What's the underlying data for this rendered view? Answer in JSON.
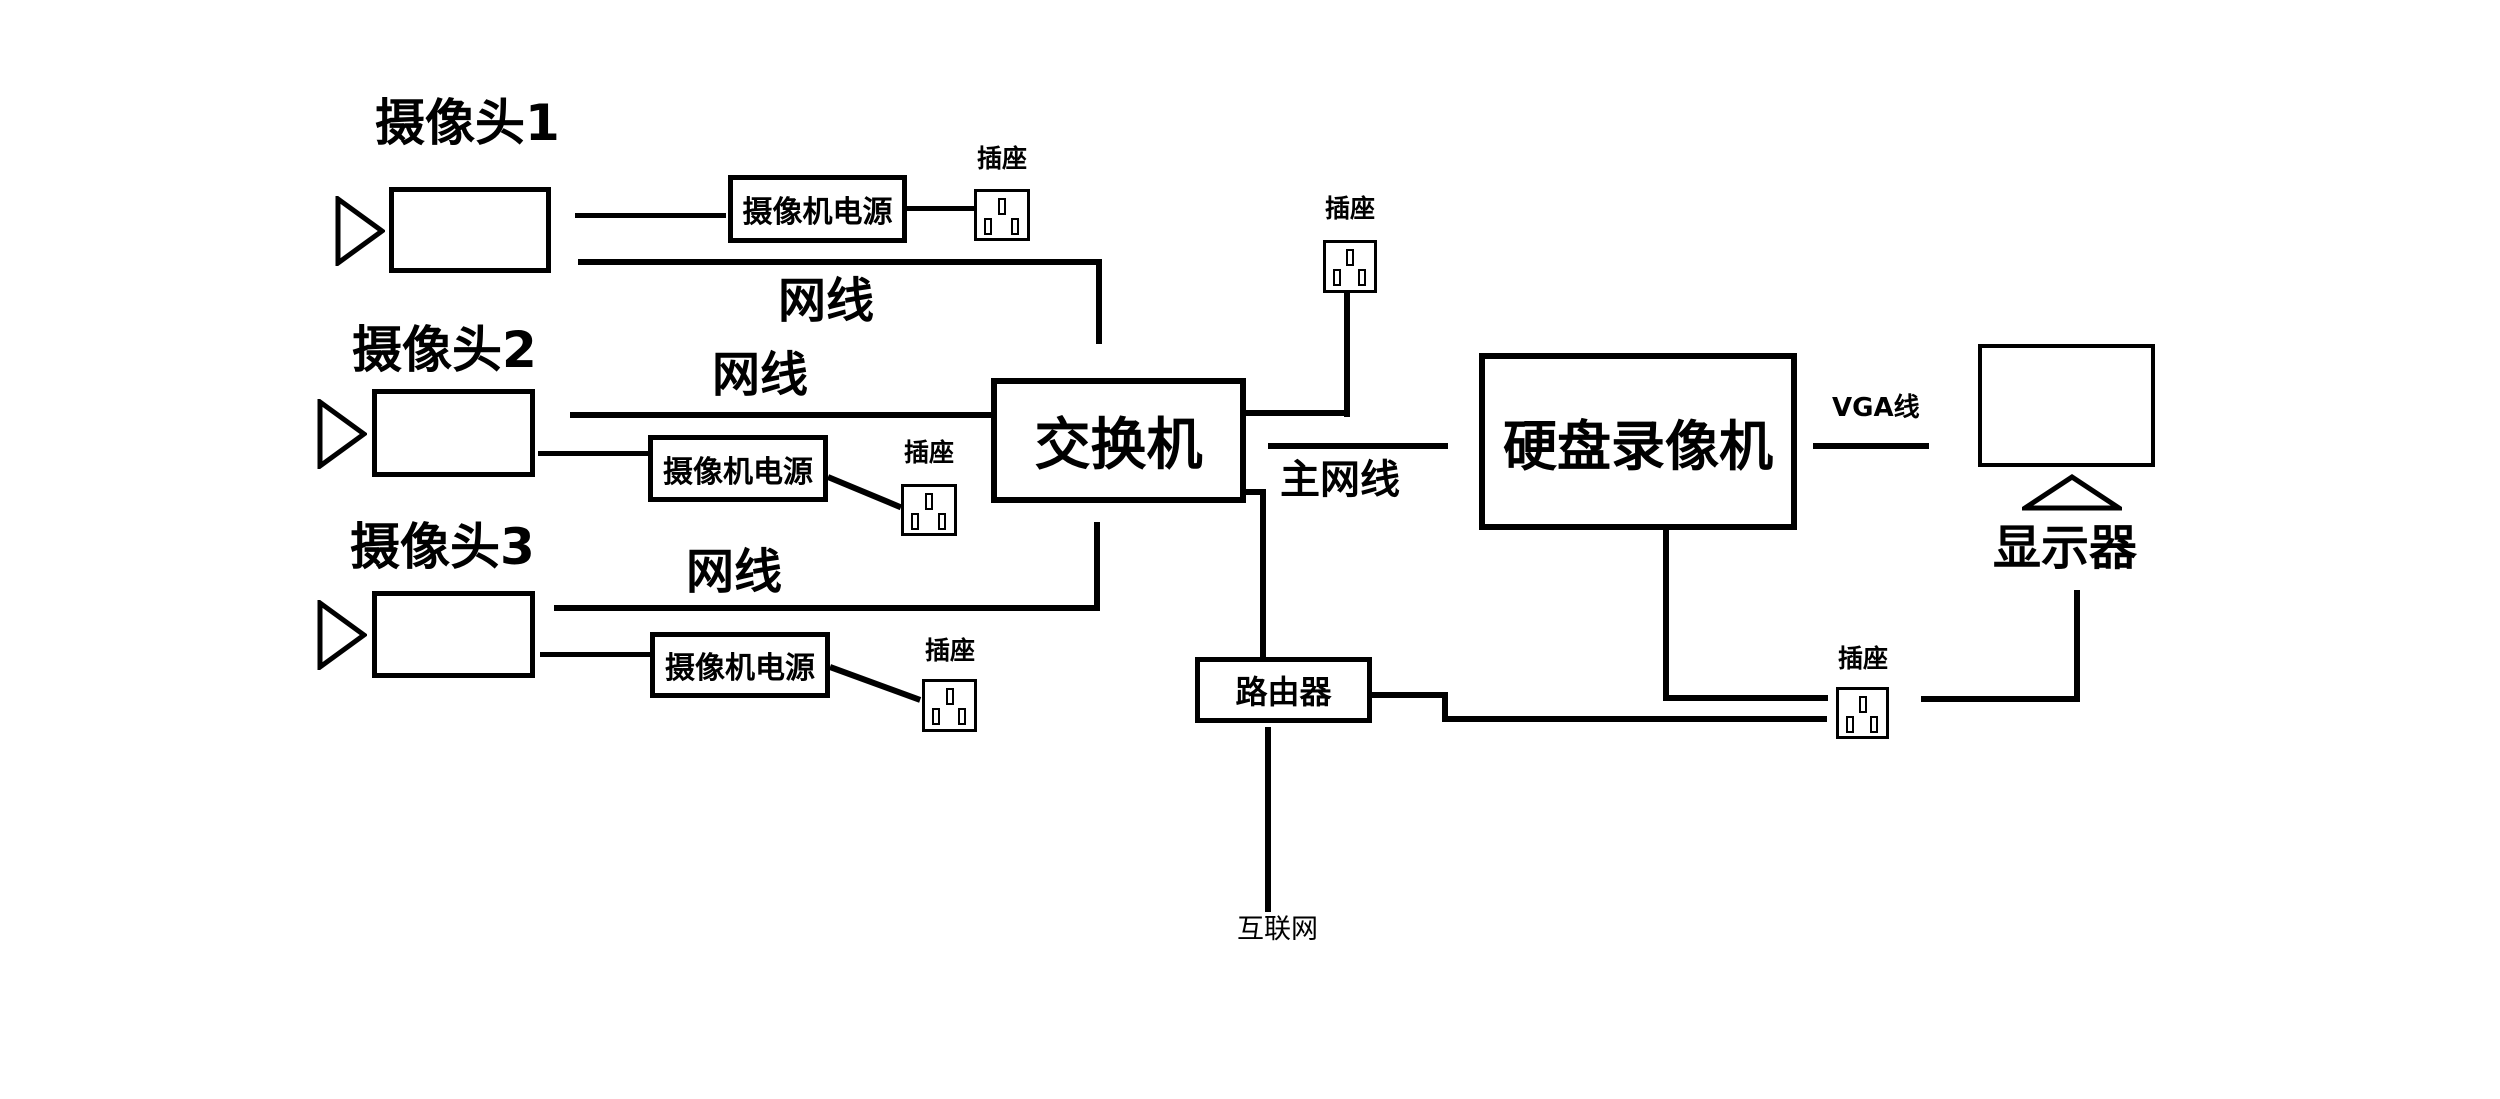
{
  "labels": {
    "camera1": "摄像头1",
    "camera2": "摄像头2",
    "camera3": "摄像头3",
    "camera_power": "摄像机电源",
    "outlet": "插座",
    "network_cable": "网线",
    "switch": "交换机",
    "main_network_cable": "主网线",
    "dvr": "硬盘录像机",
    "vga_cable": "VGA线",
    "monitor": "显示器",
    "router": "路由器",
    "internet": "互联网"
  },
  "colors": {
    "line": "#000000",
    "background": "#ffffff",
    "box_fill": "#ffffff"
  }
}
